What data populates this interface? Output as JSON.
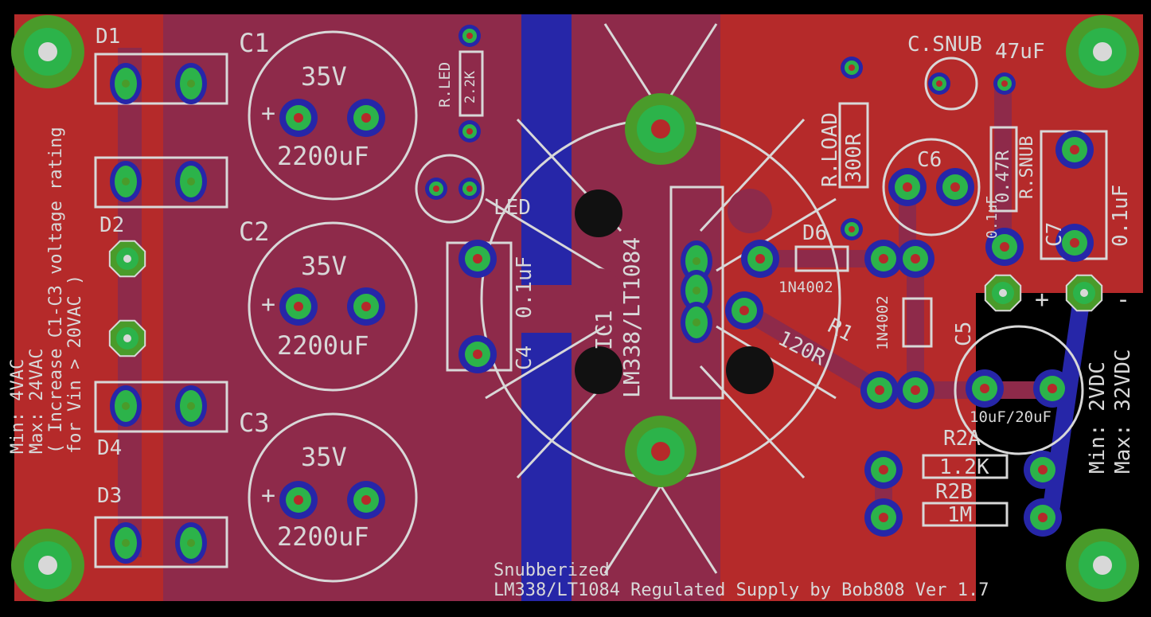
{
  "board": {
    "colors": {
      "background": "#000000",
      "top_copper": "#b52a2a",
      "bottom_copper": "#2626a8",
      "overlap": "#8e2a4a",
      "pad_ring": "#4a9b2a",
      "pad_fill": "#2cb34a",
      "silkscreen": "#d8d8d8"
    }
  },
  "labels": {
    "d1": "D1",
    "d2": "D2",
    "d3": "D3",
    "d4": "D4",
    "c1": "C1",
    "c2": "C2",
    "c3": "C3",
    "c1_volt": "35V",
    "c2_volt": "35V",
    "c3_volt": "35V",
    "c1_val": "2200uF",
    "c2_val": "2200uF",
    "c3_val": "2200uF",
    "rled": "R.LED",
    "rled_val": "2.2K",
    "led": "LED",
    "c4": "C4",
    "c4_val": "0.1uF",
    "ic1": "IC1",
    "ic1_val": "LM338/LT1084",
    "rload": "R.LOAD",
    "rload_val": "300R",
    "csnub": "C.SNUB",
    "csnub_val": "47uF",
    "c6": "C6",
    "c6_val": "0.1uF",
    "rsnub": "R.SNUB",
    "rsnub_val": "0.47R",
    "c7": "C7",
    "c7_val": "0.1uF",
    "d6": "D6",
    "d6_val": "1N4002",
    "d5_val": "1N4002",
    "r1": "R1",
    "r1_val": "120R",
    "c5": "C5",
    "c5_val": "10uF/20uF",
    "r2a": "R2A",
    "r2a_val": "1.2K",
    "r2b": "R2B",
    "r2b_val": "1M",
    "plus": "+",
    "minus": "-",
    "in_min": "Min:  4VAC",
    "in_max": "Max: 24VAC",
    "in_note1": "( Increase C1-C3 voltage rating",
    "in_note2": "for Vin > 20VAC )",
    "out_min": "Min:  2VDC",
    "out_max": "Max: 32VDC",
    "title1": "Snubberized",
    "title2": "LM338/LT1084 Regulated Supply by Bob808 Ver 1.7"
  }
}
